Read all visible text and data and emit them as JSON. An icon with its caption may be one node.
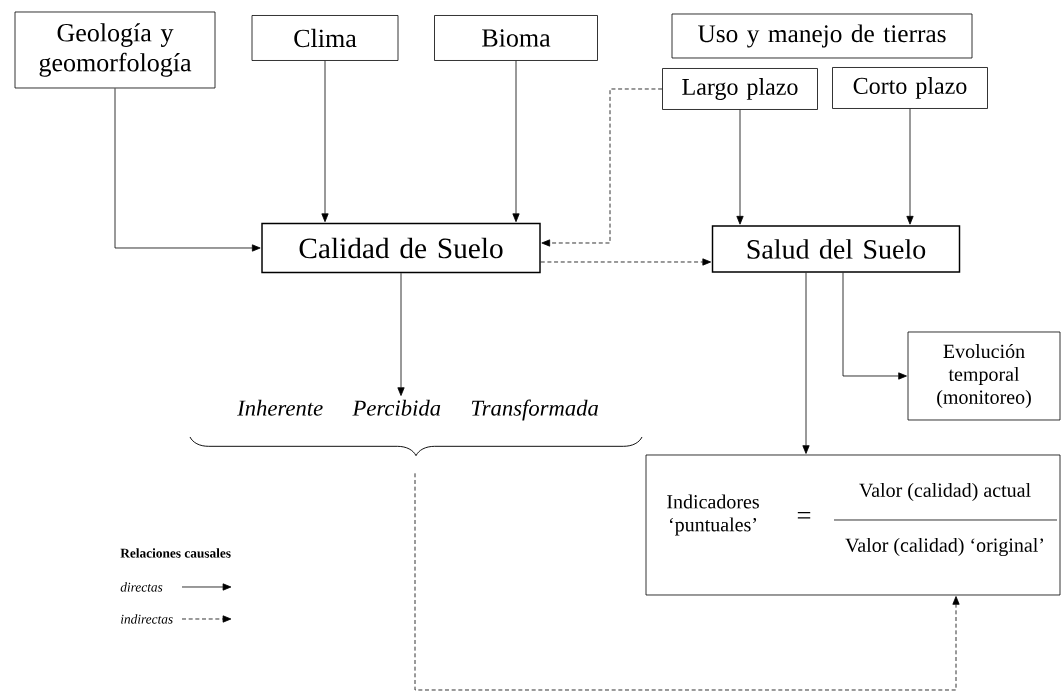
{
  "diagram": {
    "nodes": [
      {
        "text": [
          "Geología y geomorfología"
        ]
      },
      {
        "text": [
          "Clima"
        ]
      },
      {
        "text": [
          "Bioma"
        ]
      },
      {
        "text": [
          "Uso y manejo de tierras"
        ]
      },
      {
        "text": [
          "Largo plazo"
        ]
      },
      {
        "text": [
          "Corto plazo"
        ]
      },
      {
        "text": [
          "Calidad de Suelo"
        ]
      },
      {
        "text": [
          "Salud del Suelo"
        ]
      },
      {
        "text": [
          "Evolución temporal (monitoreo)"
        ]
      },
      {
        "text": [
          "Inherente",
          "Percibida",
          "Transformada"
        ]
      },
      {
        "text": [
          "Indicadores ‘puntuales’",
          "=",
          "Valor (calidad) actual",
          "Valor (calidad) ‘original’"
        ]
      }
    ],
    "edges": [
      {
        "from": 0,
        "to": 6,
        "arrow": "to"
      },
      {
        "from": 1,
        "to": 6,
        "arrow": "to"
      },
      {
        "from": 2,
        "to": 6,
        "arrow": "to"
      },
      {
        "from": 4,
        "to": 6,
        "arrow": "to",
        "style": "dashed"
      },
      {
        "from": 6,
        "to": 7,
        "arrow": "to",
        "style": "dashed"
      },
      {
        "from": 4,
        "to": 7,
        "arrow": "to"
      },
      {
        "from": 5,
        "to": 7,
        "arrow": "to"
      },
      {
        "from": 6,
        "to": 9,
        "arrow": "to"
      },
      {
        "from": 7,
        "to": 8,
        "arrow": "to"
      },
      {
        "from": 7,
        "to": 10,
        "arrow": "to"
      },
      {
        "from": 9,
        "to": 10,
        "arrow": "to",
        "style": "dashed"
      }
    ],
    "labels": [
      "Relaciones causales"
    ],
    "legend": [
      {
        "text": "directas"
      },
      {
        "text": "indirectas"
      }
    ]
  }
}
